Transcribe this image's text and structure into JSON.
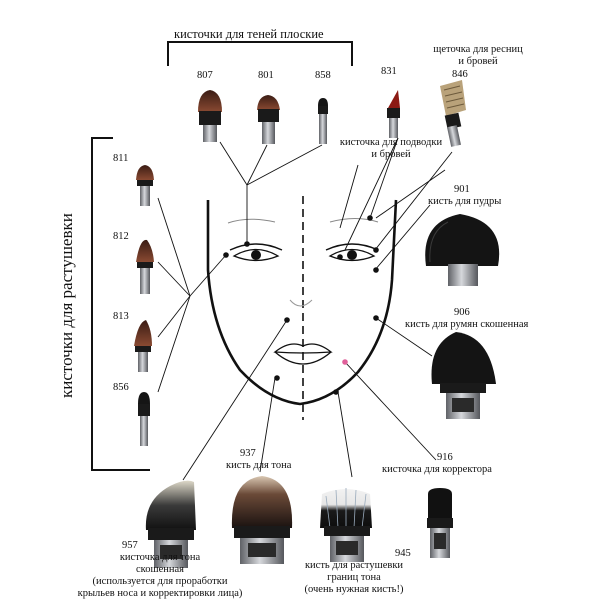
{
  "groups": {
    "flat_shadow": "кисточки для теней плоские",
    "blending": "кисточки для растушевки"
  },
  "labels": {
    "lash_brow": [
      "щеточка для ресниц",
      "и бровей"
    ],
    "liner_brow": [
      "кисточка для подводки",
      "и бровей"
    ],
    "powder": "кисть для пудры",
    "blush": "кисть для румян скошенная",
    "corrector": "кисточка для корректора",
    "foundation": "кисть для тона",
    "foundation_slanted": [
      "кисточка для тона",
      "скошенная",
      "(используется для проработки",
      "крыльев носа и корректировки лица)"
    ],
    "blend_tone": [
      "кисть для растушевки",
      "границ тона",
      "(очень нужная кисть!)"
    ]
  },
  "numbers": {
    "b807": "807",
    "b801": "801",
    "b858": "858",
    "b831": "831",
    "b846": "846",
    "b811": "811",
    "b812": "812",
    "b813": "813",
    "b856": "856",
    "b901": "901",
    "b906": "906",
    "b916": "916",
    "b937": "937",
    "b957": "957",
    "b945": "945"
  },
  "colors": {
    "ink": "#111111",
    "bristle_brown": "#5a2e22",
    "bristle_black": "#151515",
    "ferrule": "#8e9095",
    "accent_pink": "#e0609a"
  }
}
